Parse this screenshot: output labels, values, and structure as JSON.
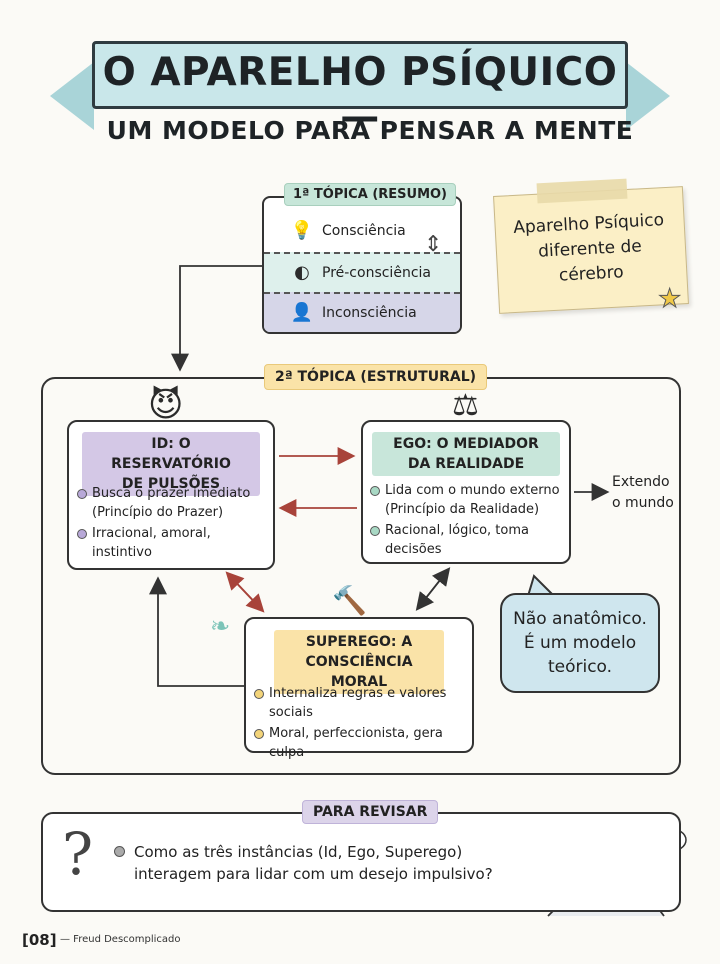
{
  "title": "O APARELHO PSÍQUICO —",
  "subtitle": "UM MODELO PARA PENSAR A MENTE",
  "topica1": {
    "label": "1ª TÓPICA (RESUMO)",
    "items": [
      {
        "label": "Consciência",
        "icon": "lightbulb-icon"
      },
      {
        "label": "Pré-consciência",
        "icon": "brain-icon"
      },
      {
        "label": "Inconsciência",
        "icon": "person-icon"
      }
    ]
  },
  "sticky_note": {
    "text_line1": "Aparelho Psíquico",
    "text_line2": "diferente de",
    "text_line3": "cérebro"
  },
  "topica2": {
    "label": "2ª TÓPICA (ESTRUTURAL)",
    "id": {
      "header_line1": "ID: O RESERVATÓRIO",
      "header_line2": "DE PULSÕES",
      "bullets": [
        "Busca o prazer imediato (Princípio do Prazer)",
        "Irracional, amoral, instintivo"
      ]
    },
    "ego": {
      "header_line1": "EGO: O MEDIADOR",
      "header_line2": "DA REALIDADE",
      "bullets": [
        "Lida com o mundo externo (Princípio da Realidade)",
        "Racional, lógico, toma decisões"
      ]
    },
    "superego": {
      "header_line1": "SUPEREGO: A",
      "header_line2": "CONSCIÊNCIA MORAL",
      "bullets": [
        "Internaliza regras e valores sociais",
        "Moral, perfeccionista, gera culpa"
      ]
    },
    "extendo_line1": "Extendo",
    "extendo_line2": "o mundo",
    "bubble_line1": "Não anatômico.",
    "bubble_line2": "É um modelo",
    "bubble_line3": "teórico."
  },
  "review": {
    "label": "PARA REVISAR",
    "question": "Como as três instâncias (Id, Ego, Superego) interagem para lidar com um desejo impulsivo?"
  },
  "footer": {
    "page": "[08]",
    "text": "— Freud Descomplicado"
  },
  "colors": {
    "banner": "#c9e7ea",
    "id": "#d4c8e6",
    "ego": "#c8e6da",
    "superego": "#fae3a8",
    "bubble": "#cfe6ee",
    "sticky": "#fbefc6"
  }
}
